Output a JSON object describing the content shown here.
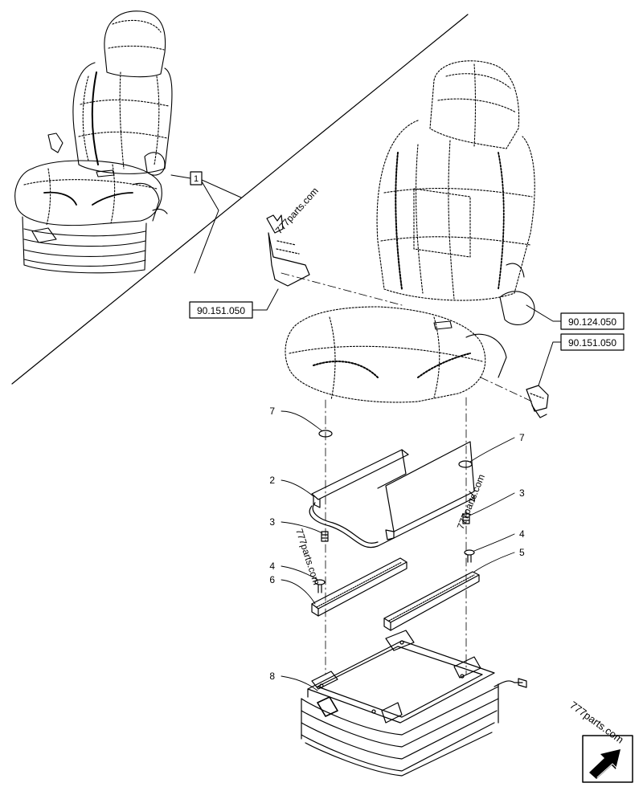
{
  "references": {
    "seat_assembly": "1",
    "belt_left": "90.151.050",
    "seat": "90.124.050",
    "belt_right": "90.151.050"
  },
  "callouts": {
    "washer_left": "7",
    "washer_right": "7",
    "rail_left": "2",
    "screw_left": "3",
    "screw_right": "3",
    "bolt_left": "4",
    "bolt_right": "4",
    "slide_left": "6",
    "slide_right": "5",
    "suspension": "8"
  },
  "watermarks": {
    "upper": "777parts.com",
    "right": "777parts.com",
    "middle": "777parts.com",
    "corner": "777parts.com"
  },
  "icons": {
    "navigation": "next-arrow-icon"
  }
}
